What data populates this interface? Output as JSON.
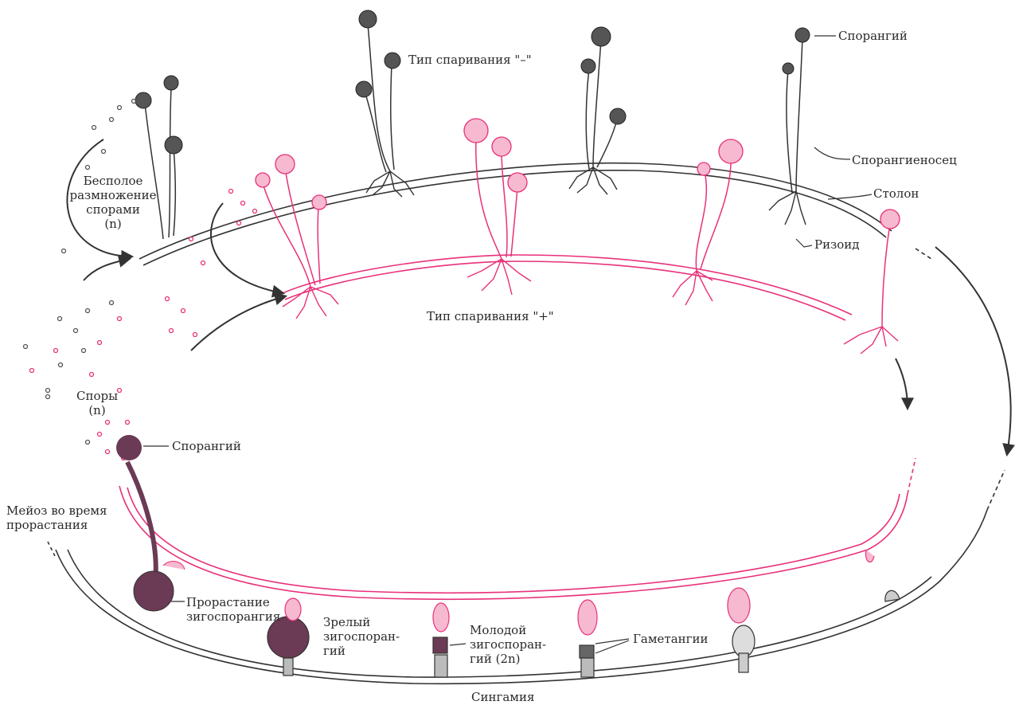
{
  "colors": {
    "ink": "#333333",
    "magenta": "#e8317a",
    "zygote": "#6b3a55"
  },
  "labels": {
    "mating_minus": "Тип спаривания \"–\"",
    "mating_plus": "Тип спаривания \"+\"",
    "sporangium_top": "Спорангий",
    "sporangiophore": "Спорангиеносец",
    "stolon": "Столон",
    "rhizoid": "Ризоид",
    "asexual_1": "Бесполое",
    "asexual_2": "размножение",
    "asexual_3": "спорами",
    "asexual_4": "(n)",
    "spores_1": "Споры",
    "spores_2": "(n)",
    "sporangium_bottom": "Спорангий",
    "meiosis_1": "Мейоз во время",
    "meiosis_2": "прорастания",
    "germination_1": "Прорастание",
    "germination_2": "зигоспорангия",
    "mature_1": "Зрелый",
    "mature_2": "зигоспоран-",
    "mature_3": "гий",
    "young_1": "Молодой",
    "young_2": "зигоспоран-",
    "young_3": "гий (2n)",
    "gametangia": "Гаметангии",
    "syngamy": "Сингамия"
  }
}
